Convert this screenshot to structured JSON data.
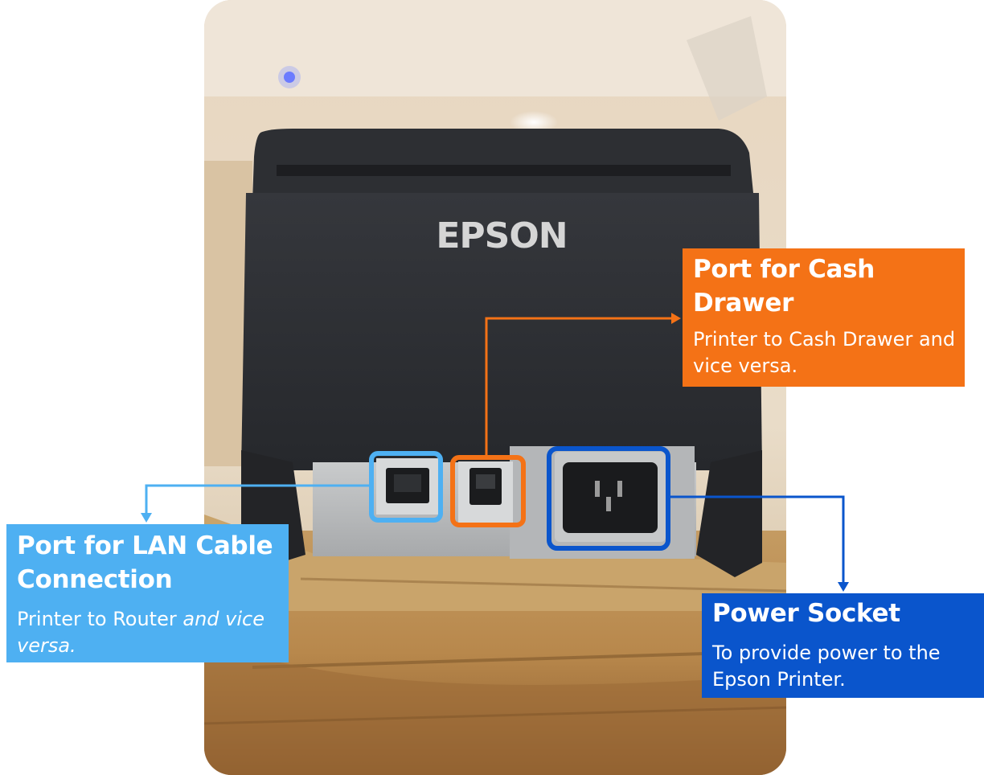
{
  "image": {
    "subject": "rear-view-of-receipt-printer",
    "brand_text": "EPSON"
  },
  "colors": {
    "cash_drawer": "#F47216",
    "lan": "#4EB0F2",
    "power": "#0A55CC",
    "printer_body": "#2b2d31",
    "table_wood": "#b98a52"
  },
  "callouts": {
    "cash_drawer": {
      "title": "Port for Cash Drawer",
      "desc": "Printer to Cash Drawer and vice versa."
    },
    "lan": {
      "title": "Port for LAN Cable Connection",
      "desc_plain": "Printer to Router ",
      "desc_italic": "and vice versa."
    },
    "power": {
      "title": "Power Socket",
      "desc": "To provide power to the Epson Printer."
    }
  }
}
